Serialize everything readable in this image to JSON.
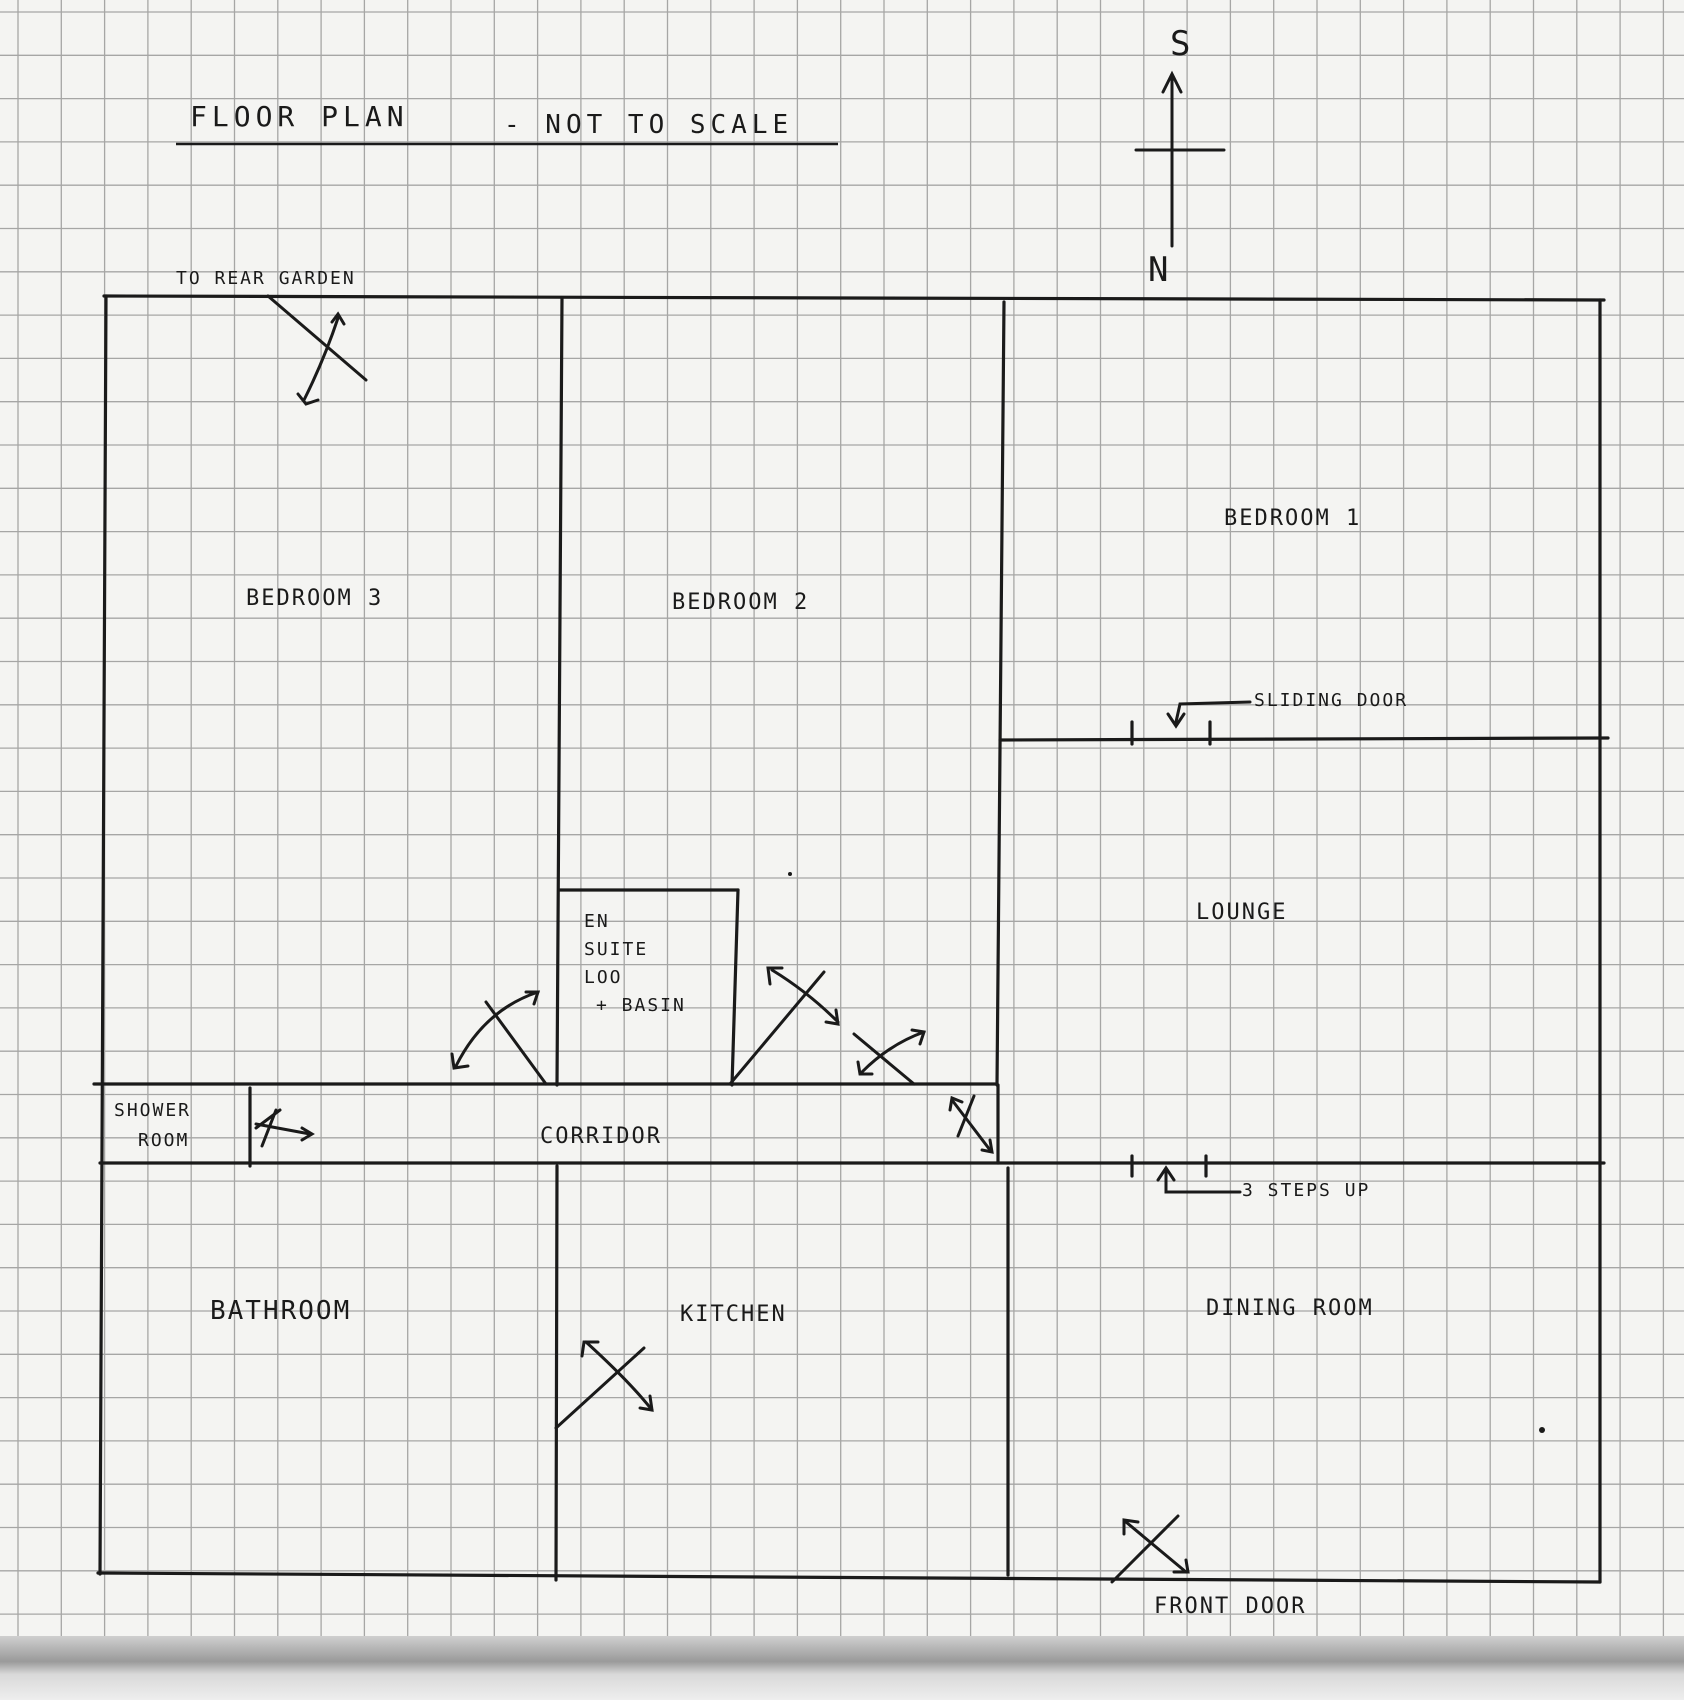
{
  "title": {
    "main": "FLOOR PLAN",
    "suffix": "- NOT TO SCALE"
  },
  "compass": {
    "top": "S",
    "bottom": "N"
  },
  "rooms": {
    "bedroom3": "BEDROOM 3",
    "bedroom2": "BEDROOM 2",
    "bedroom1": "BEDROOM 1",
    "ensuite": [
      "EN",
      "SUITE",
      "LOO",
      "+ BASIN"
    ],
    "shower": [
      "SHOWER",
      "ROOM"
    ],
    "corridor": "CORRIDOR",
    "lounge": "LOUNGE",
    "bathroom": "BATHROOM",
    "kitchen": "KITCHEN",
    "dining": "DINING ROOM"
  },
  "annotations": {
    "rear_garden": "TO REAR GARDEN",
    "sliding_door": "SLIDING DOOR",
    "steps_up": "3 STEPS UP",
    "front_door": "FRONT DOOR"
  },
  "colors": {
    "paper": "#f4f4f2",
    "grid": "#8c8c8c",
    "ink": "#1a1a1a"
  }
}
